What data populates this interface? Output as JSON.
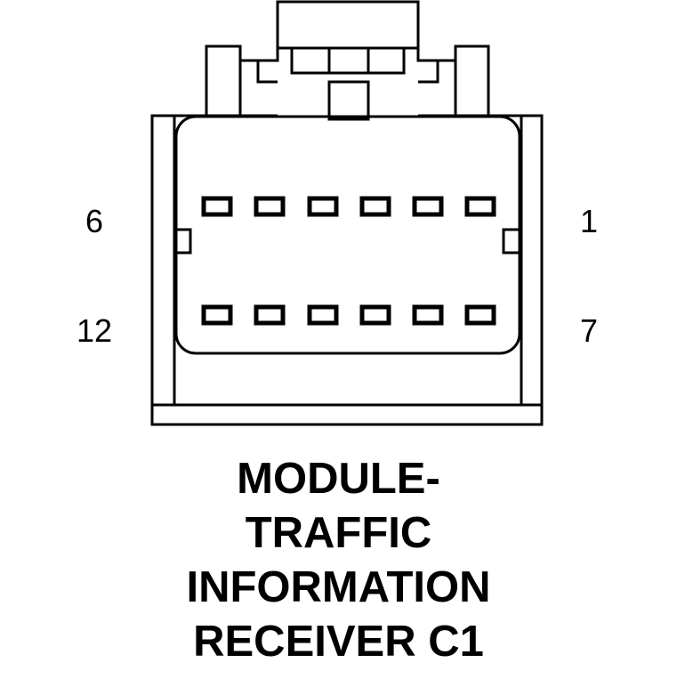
{
  "diagram": {
    "pin_labels": {
      "top_left": "6",
      "top_right": "1",
      "bottom_left": "12",
      "bottom_right": "7"
    },
    "caption_lines": [
      "MODULE-",
      "TRAFFIC",
      "INFORMATION",
      "RECEIVER C1"
    ],
    "colors": {
      "stroke": "#000000",
      "background": "#ffffff"
    }
  }
}
